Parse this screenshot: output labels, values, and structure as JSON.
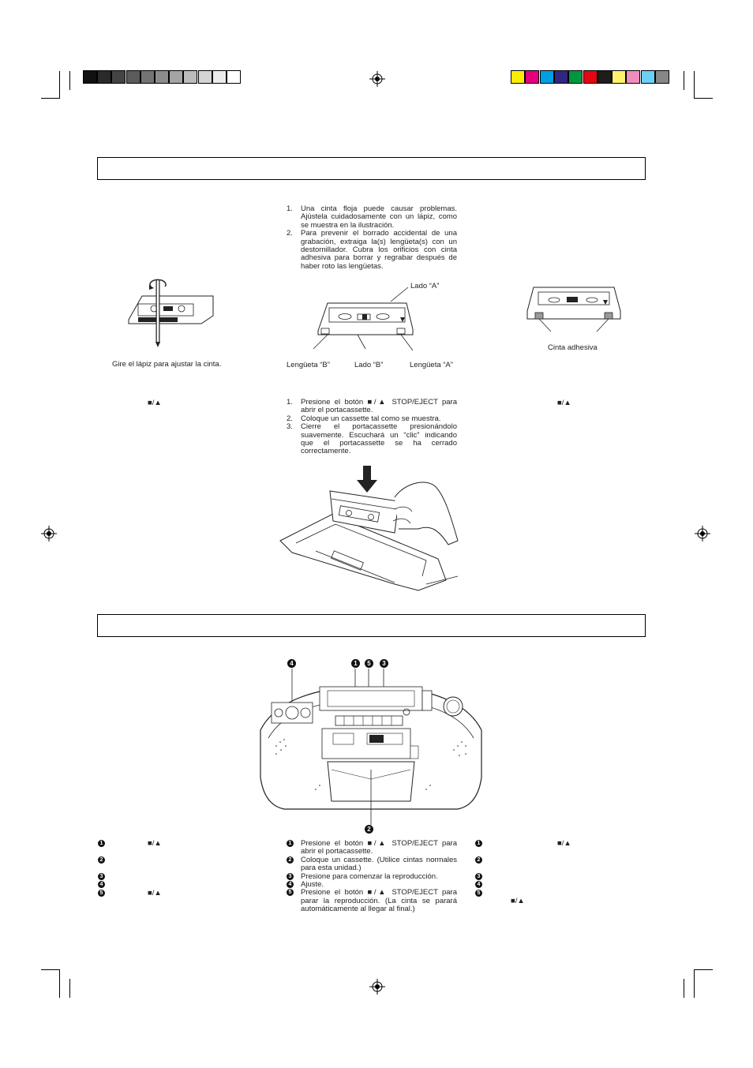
{
  "colors": {
    "gray_bar": [
      "#111111",
      "#2a2a2a",
      "#444444",
      "#5c5c5c",
      "#747474",
      "#8c8c8c",
      "#a4a4a4",
      "#bcbcbc",
      "#d4d4d4",
      "#ececec",
      "#ffffff"
    ],
    "color_bar": [
      "#ffed00",
      "#e6007e",
      "#009fe3",
      "#312783",
      "#009640",
      "#e30613",
      "#1d1d1b",
      "#fff36d",
      "#f18dbc",
      "#6dcff6",
      "#878787"
    ]
  },
  "section1": {
    "pencil_caption": "Gire el lápiz para ajustar la cinta.",
    "notes": [
      {
        "num": "1.",
        "text": "Una cinta floja puede causar problemas. Ajústela cuidadosamente con un lápiz, como se muestra en la ilustración."
      },
      {
        "num": "2.",
        "text": "Para prevenir el borrado accidental de una grabación, extraiga la(s) lengüeta(s) con un destornillador. Cubra los orificios con cinta adhesiva para borrar y regrabar después de haber roto las lengüetas."
      }
    ],
    "labels": {
      "side_a": "Lado “A”",
      "tab_b": "Lengüeta “B”",
      "side_b": "Lado “B”",
      "tab_a": "Lengüeta “A”",
      "adhesive": "Cinta adhesiva"
    },
    "left_symbol": "■/▲",
    "right_symbol": "■/▲",
    "load_steps": [
      {
        "num": "1.",
        "text": "Presione el botón ■/▲ STOP/EJECT para abrir el portacassette."
      },
      {
        "num": "2.",
        "text": "Coloque un cassette tal como se muestra."
      },
      {
        "num": "3.",
        "text": "Cierre el portacassette presionándolo suavemente. Escuchará un “clic” indicando que el portacassette se ha cerrado correctamente."
      }
    ]
  },
  "section2": {
    "callouts": {
      "c1": "1",
      "c2": "2",
      "c3": "3",
      "c4": "4",
      "c5": "5"
    },
    "left_items": [
      {
        "n": "1",
        "text": "■/▲"
      },
      {
        "n": "2",
        "text": ""
      },
      {
        "n": "3",
        "text": ""
      },
      {
        "n": "4",
        "text": ""
      },
      {
        "n": "5",
        "text": "■/▲"
      }
    ],
    "center_items": [
      {
        "n": "1",
        "text": "Presione el botón ■/▲ STOP/EJECT para abrir el portacassette."
      },
      {
        "n": "2",
        "text": "Coloque un cassette. (Utilice cintas normales para esta unidad.)"
      },
      {
        "n": "3",
        "text": "Presione para comenzar la reproducción."
      },
      {
        "n": "4",
        "text": "Ajuste."
      },
      {
        "n": "5",
        "text": "Presione el botón ■/▲ STOP/EJECT para parar la reproducción. (La cinta se parará automáticamente al llegar al final.)"
      }
    ],
    "right_items": [
      {
        "n": "1",
        "text": "■/▲"
      },
      {
        "n": "2",
        "text": ""
      },
      {
        "n": "3",
        "text": ""
      },
      {
        "n": "4",
        "text": ""
      },
      {
        "n": "5",
        "text": ""
      }
    ],
    "right_extra": "■/▲"
  }
}
